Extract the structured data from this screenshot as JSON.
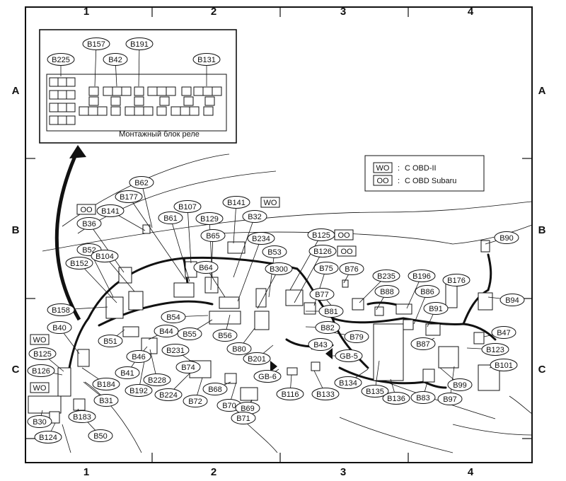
{
  "grid": {
    "columns": [
      "1",
      "2",
      "3",
      "4"
    ],
    "rows": [
      "A",
      "B",
      "C"
    ]
  },
  "relay_block": {
    "caption": "Монтажный блок реле",
    "connectors": [
      "B225",
      "B157",
      "B42",
      "B191",
      "B131"
    ]
  },
  "legend": [
    {
      "code": "WO",
      "desc": "С OBD-II"
    },
    {
      "code": "OO",
      "desc": "С OBD Subaru"
    }
  ],
  "connectors": [
    "B62",
    "B177",
    "B107",
    "B141",
    "B32",
    "B141",
    "B36",
    "B61",
    "B129",
    "B65",
    "B234",
    "B125",
    "B52",
    "B104",
    "B64",
    "B53",
    "B126",
    "B90",
    "B152",
    "B300",
    "B75",
    "B76",
    "B235",
    "B196",
    "B176",
    "B77",
    "B88",
    "B86",
    "B94",
    "B158",
    "B54",
    "B81",
    "B91",
    "B40",
    "B44",
    "B55",
    "B56",
    "B82",
    "B79",
    "B47",
    "B51",
    "B80",
    "B43",
    "GB-5",
    "B87",
    "B125",
    "B46",
    "B231",
    "B201",
    "B123",
    "B126",
    "B41",
    "B74",
    "B101",
    "B184",
    "B228",
    "GB-6",
    "B134",
    "B99",
    "B192",
    "B224",
    "B68",
    "B116",
    "B133",
    "B135",
    "B83",
    "B31",
    "B72",
    "B70",
    "B136",
    "B97",
    "B183",
    "B69",
    "B30",
    "B71",
    "B50",
    "B124"
  ],
  "tags": [
    "WO",
    "OO",
    "OO",
    "OO",
    "WO",
    "WO"
  ]
}
